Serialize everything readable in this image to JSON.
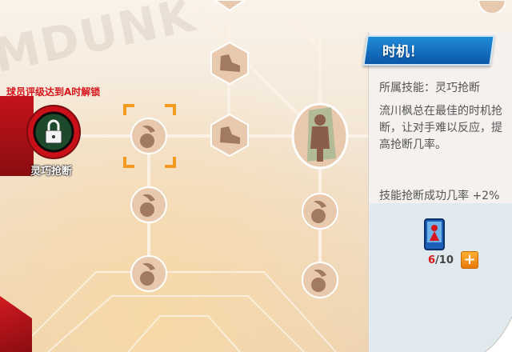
{
  "watermark": "MDUNK",
  "unlock_hint": "球员评级达到A时解锁",
  "locked_skill": {
    "label": "灵巧抢断",
    "icon": "lock-icon"
  },
  "panel": {
    "title": "时机！",
    "skill_line": "所属技能：灵巧抢断",
    "description": "流川枫总在最佳的时机抢断，让对手难以反应，提高抢断几率。",
    "bonus": "技能抢断成功几率 +2%",
    "card": {
      "current": "6",
      "max": "/10",
      "icon": "player-card-icon"
    },
    "plus_label": "+"
  },
  "colors": {
    "accent_red": "#d8141c",
    "title_blue": "#1475c8",
    "plus_orange": "#f29a1e",
    "node_fill": "#e8c9ad"
  }
}
